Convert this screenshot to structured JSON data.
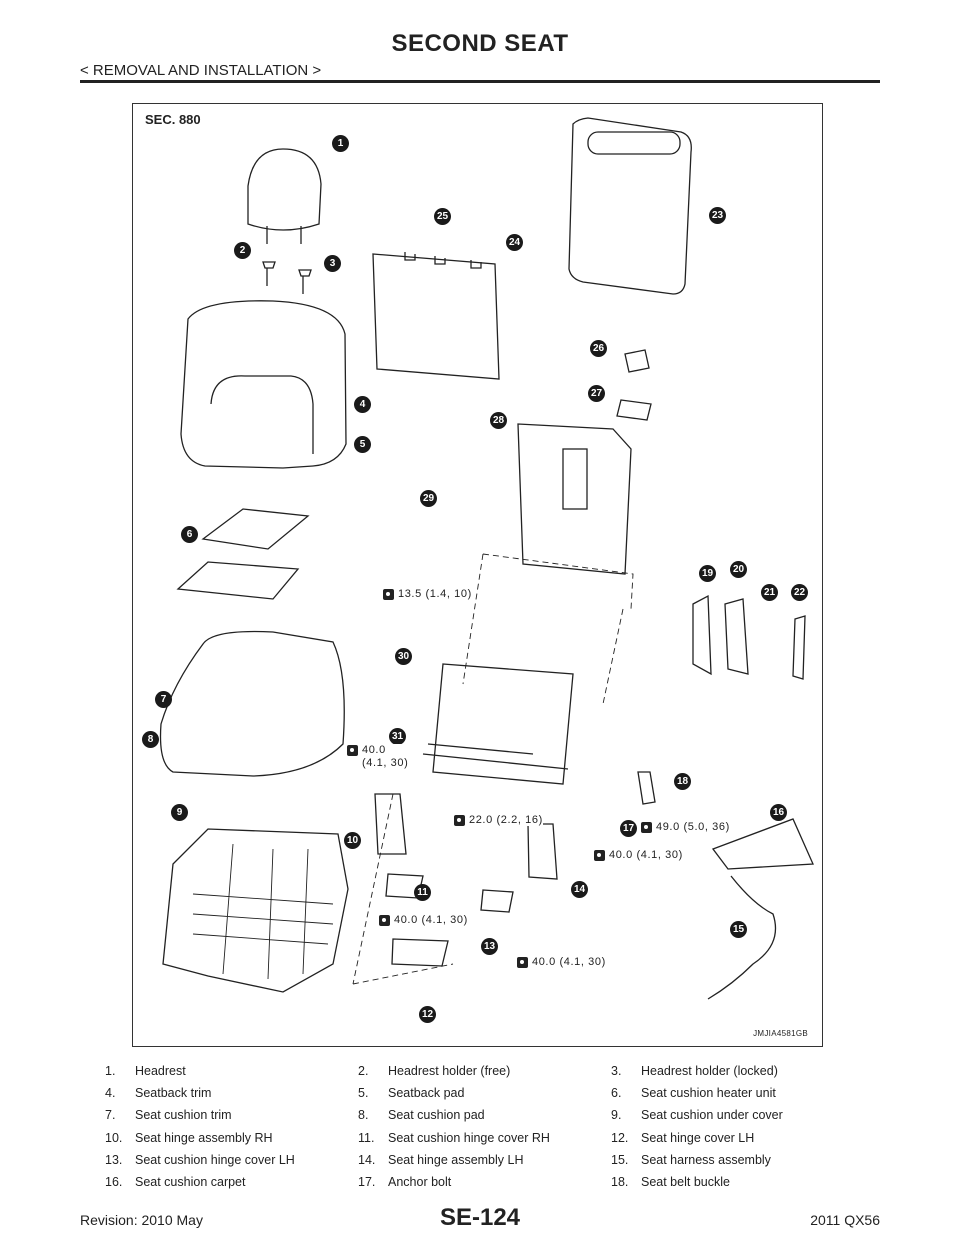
{
  "header": {
    "title": "SECOND SEAT",
    "breadcrumb": "< REMOVAL AND INSTALLATION >"
  },
  "figure": {
    "section_label": "SEC. 880",
    "figure_code": "JMJIA4581GB",
    "callouts": [
      "1",
      "2",
      "3",
      "4",
      "5",
      "6",
      "7",
      "8",
      "9",
      "10",
      "11",
      "12",
      "13",
      "14",
      "15",
      "16",
      "17",
      "18",
      "19",
      "20",
      "21",
      "22",
      "23",
      "24",
      "25",
      "26",
      "27",
      "28",
      "29",
      "30",
      "31"
    ],
    "torques": [
      {
        "value": "13.5 (1.4, 10)"
      },
      {
        "value": "40.0",
        "sub": "(4.1, 30)"
      },
      {
        "value": "22.0 (2.2, 16)"
      },
      {
        "value": "49.0 (5.0, 36)"
      },
      {
        "value": "40.0 (4.1, 30)"
      },
      {
        "value": "40.0 (4.1, 30)"
      },
      {
        "value": "40.0 (4.1, 30)"
      }
    ]
  },
  "legend": [
    [
      "1.",
      "Headrest",
      "2.",
      "Headrest holder (free)",
      "3.",
      "Headrest holder (locked)"
    ],
    [
      "4.",
      "Seatback trim",
      "5.",
      "Seatback pad",
      "6.",
      "Seat cushion heater unit"
    ],
    [
      "7.",
      "Seat cushion trim",
      "8.",
      "Seat cushion pad",
      "9.",
      "Seat cushion under cover"
    ],
    [
      "10.",
      "Seat hinge assembly RH",
      "11.",
      "Seat cushion hinge cover RH",
      "12.",
      "Seat hinge cover LH"
    ],
    [
      "13.",
      "Seat cushion hinge cover LH",
      "14.",
      "Seat hinge assembly LH",
      "15.",
      "Seat harness assembly"
    ],
    [
      "16.",
      "Seat cushion carpet",
      "17.",
      "Anchor bolt",
      "18.",
      "Seat belt buckle"
    ]
  ],
  "footer": {
    "revision": "Revision: 2010 May",
    "page": "SE-124",
    "model": "2011 QX56"
  }
}
